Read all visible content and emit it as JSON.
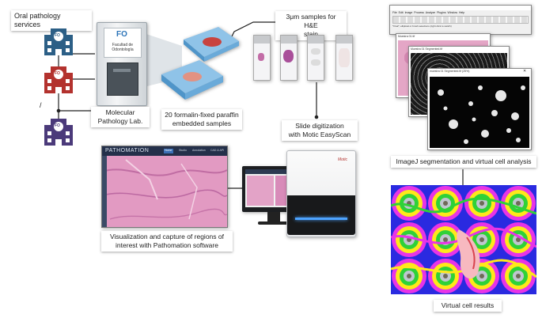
{
  "labels": {
    "oral_pathology": "Oral pathology services",
    "samples_he_line1": "3μm samples for H&E",
    "samples_he_line2": "stain",
    "molecular_lab_line1": "Molecular",
    "molecular_lab_line2": "Pathology Lab.",
    "paraffin_line1": "20 formalin-fixed paraffin",
    "paraffin_line2": "embedded samples",
    "digitization_line1": "Slide digitization",
    "digitization_line2": "with Motic EasyScan",
    "imagej": "ImageJ segmentation and virtual cell analysis",
    "visualization_line1": "Visualization and capture of regions of",
    "visualization_line2": "interest with Pathomation software",
    "virtual_cell": "Virtual cell results"
  },
  "building_badge": "FO",
  "device": {
    "logo_text_line1": "Facultad de",
    "logo_text_line2": "Odontología",
    "logo_badge": "FO"
  },
  "pathomation": {
    "brand": "PATHOMATION",
    "nav": [
      "Home",
      "Studio",
      "Annotation",
      "CAD & API"
    ]
  },
  "imagej": {
    "menu": [
      "File",
      "Edit",
      "Image",
      "Process",
      "Analyze",
      "Plugins",
      "Window",
      "Help"
    ],
    "status": "*Oval*, elliptical or brush selections (right click to switch)",
    "win1_title": "Muestra 01.tif",
    "win2_title": "Muestra 01 Segmented.tif",
    "win3_title": "muestra 01 Segmented.tif (25%)"
  },
  "scanner_brand": "Motic",
  "colors": {
    "building_blue": "#2c5f86",
    "building_red": "#b3322e",
    "building_purple": "#4b3a7a",
    "stain_pink": "#e6a2c8",
    "tissue_red": "#c8433f",
    "connector": "#222222"
  }
}
